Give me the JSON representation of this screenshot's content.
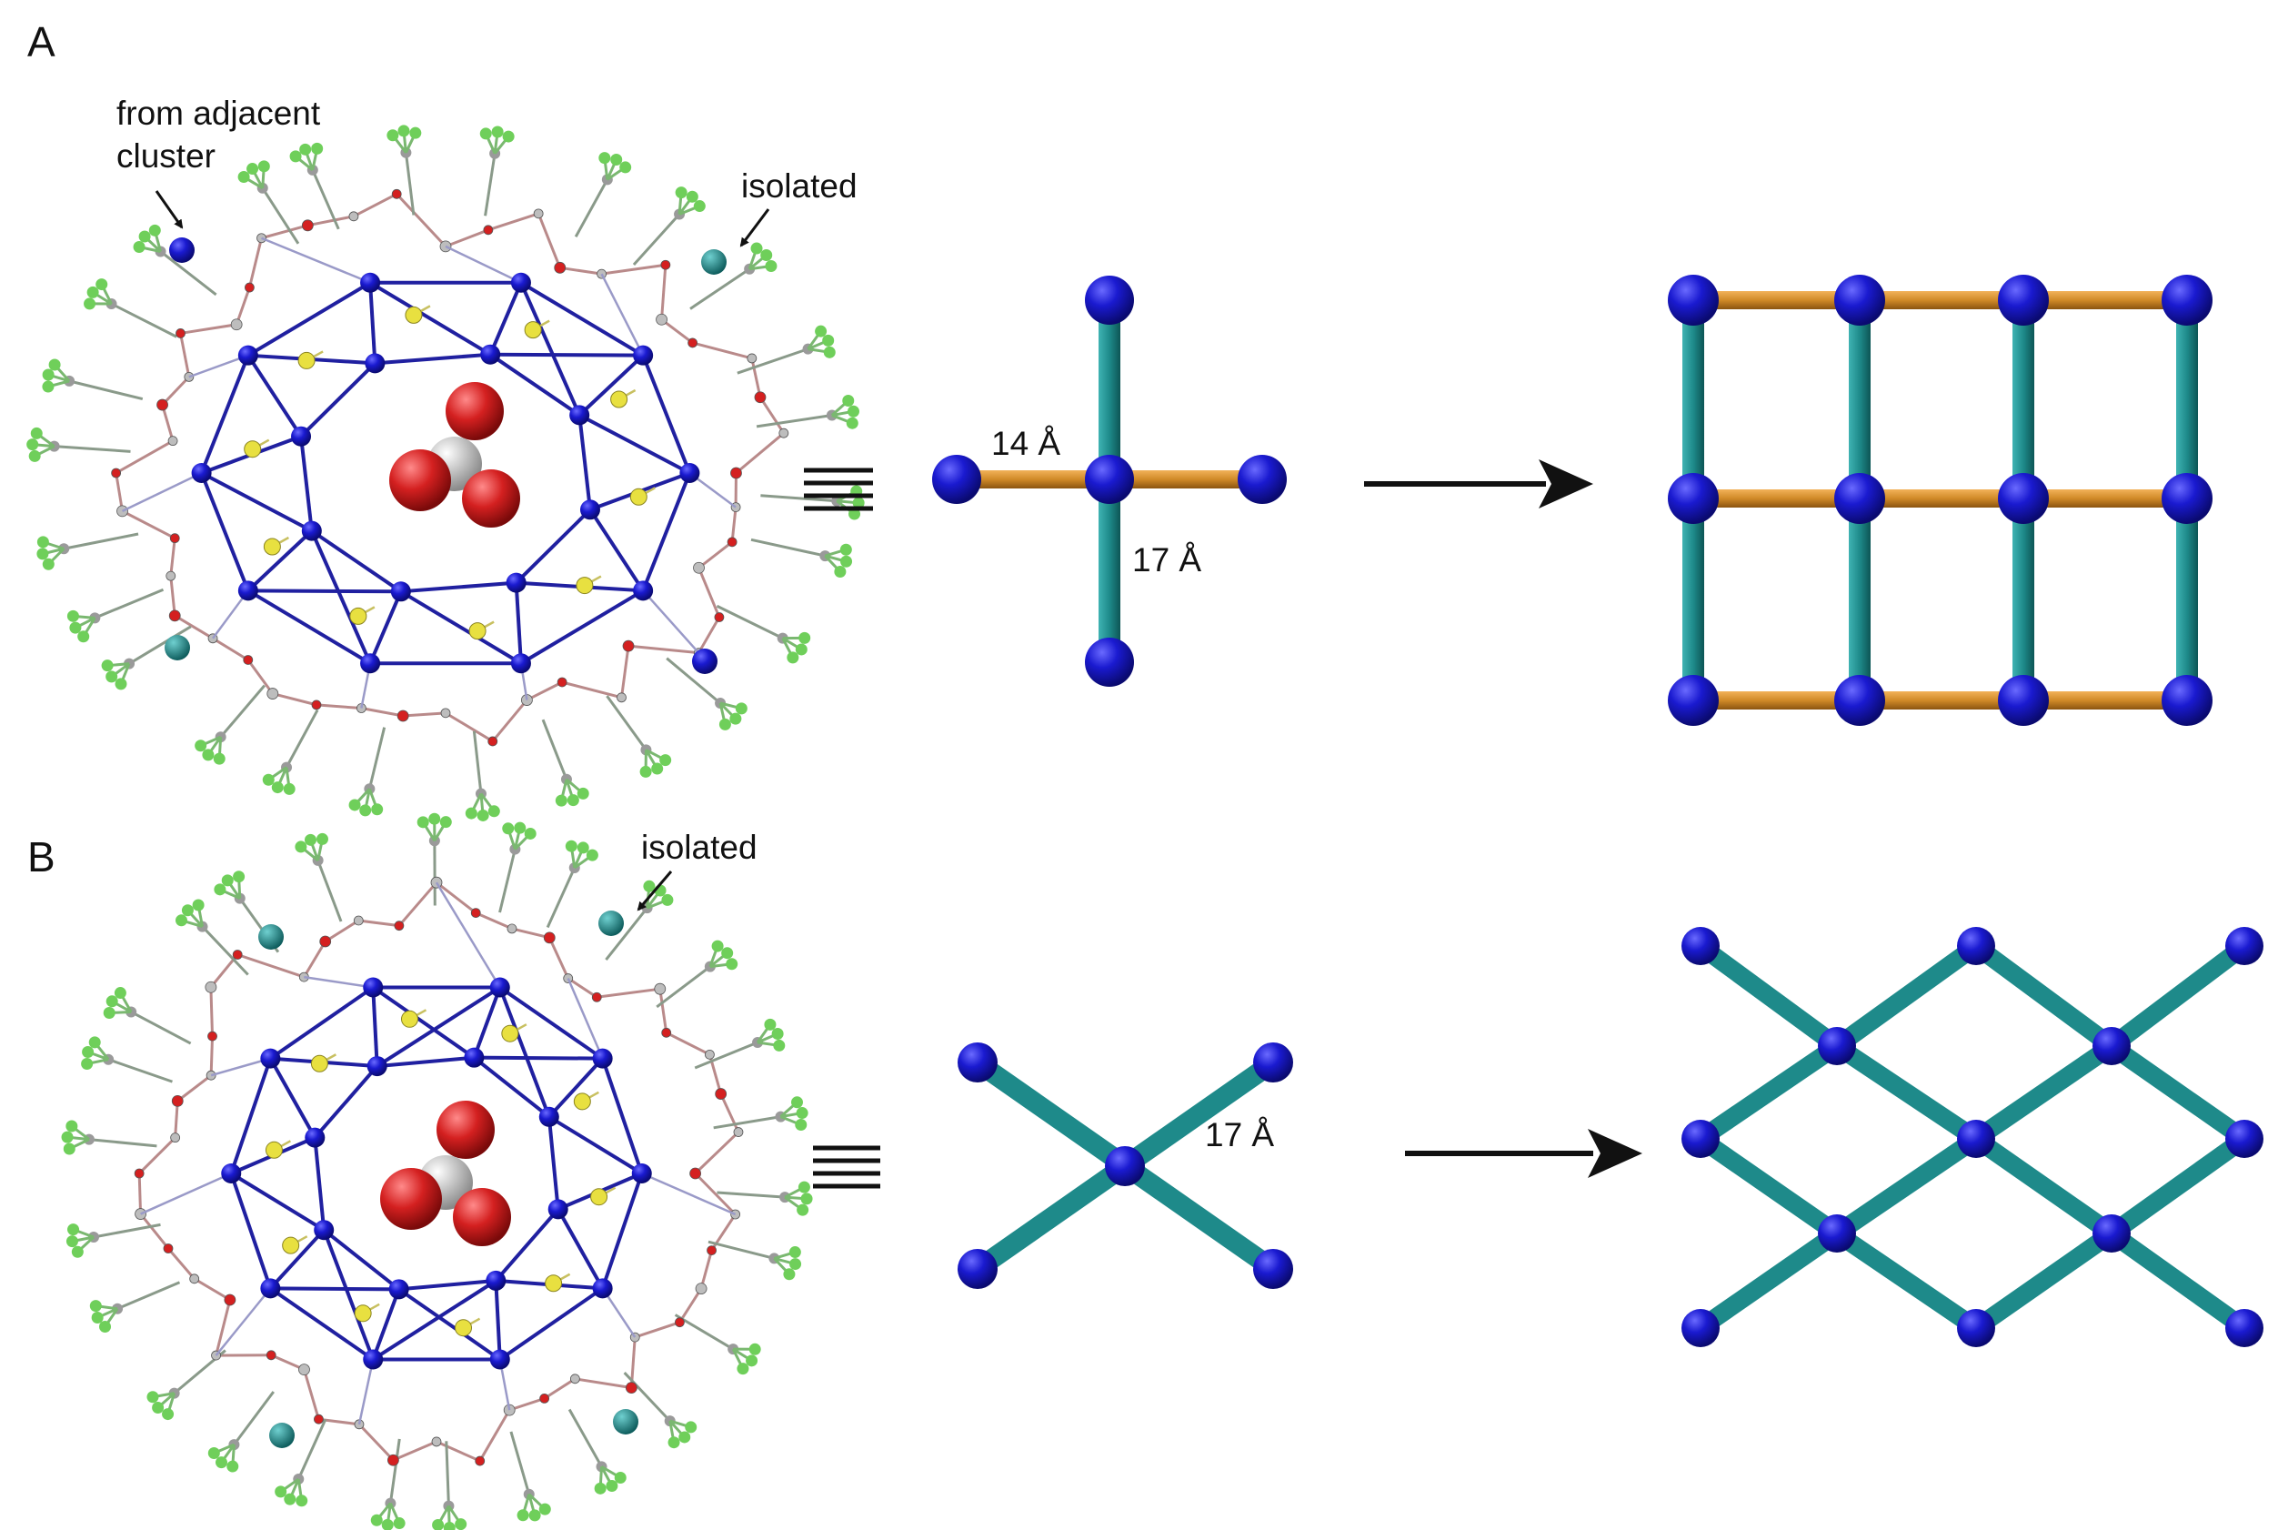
{
  "panel_a": {
    "label": "A",
    "annotation_adjacent": [
      "from adjacent",
      "cluster"
    ],
    "annotation_isolated": "isolated",
    "distance_short": "14 Å",
    "distance_long": "17 Å"
  },
  "panel_b": {
    "label": "B",
    "annotation_isolated": "isolated",
    "distance": "17 Å"
  },
  "colors": {
    "node": "#1414b4",
    "node_highlight": "#5a5aff",
    "teal_link": "#1e8a8a",
    "orange_link": "#d08a28",
    "isolated_node": "#1f8f8f",
    "oxygen": "#d42020",
    "carbon": "#a8a8a8",
    "fluorine": "#6fcf5a",
    "sulfur": "#e8e040",
    "cluster_bond": "#2020a0"
  }
}
